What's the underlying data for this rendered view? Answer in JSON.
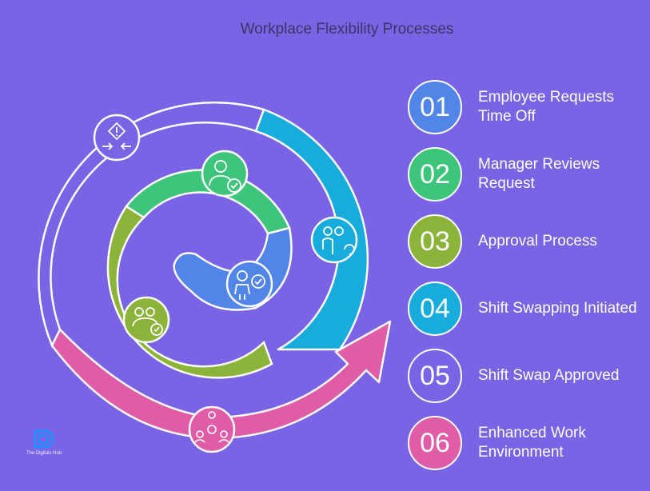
{
  "title": "Workplace Flexibility Processes",
  "steps": [
    {
      "number": "01",
      "label": "Employee Requests Time Off",
      "color": "#5285E8"
    },
    {
      "number": "02",
      "label": "Manager Reviews Request",
      "color": "#3EC57C"
    },
    {
      "number": "03",
      "label": "Approval Process",
      "color": "#8DB43A"
    },
    {
      "number": "04",
      "label": "Shift Swapping Initiated",
      "color": "#17ACDC"
    },
    {
      "number": "05",
      "label": "Shift Swap Approved",
      "color": "#7B63E6"
    },
    {
      "number": "06",
      "label": "Enhanced Work Environment",
      "color": "#E05CA6"
    }
  ],
  "icons": [
    "employee-check-icon",
    "employee-check-icon",
    "group-check-icon",
    "group-swap-icon",
    "alert-merge-icon",
    "team-settings-icon"
  ],
  "logo": {
    "text": "The Digitals Hub"
  }
}
